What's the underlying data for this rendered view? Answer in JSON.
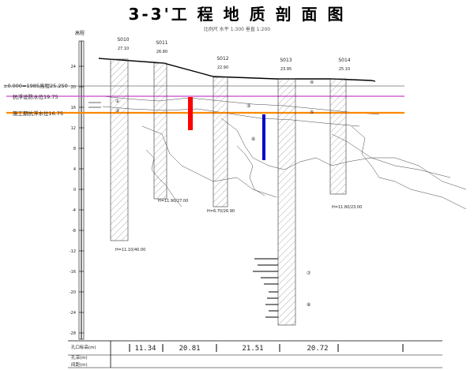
{
  "title": "3-3'工 程 地 质 剖 面 图",
  "scale_note": "比例尺  水平 1:300   垂直 1:200",
  "axis_label": "高程",
  "elevation_ticks": [
    "24",
    "20",
    "16",
    "12",
    "8",
    "4",
    "0",
    "-4",
    "-8",
    "-12",
    "-16",
    "-20",
    "-24",
    "-28"
  ],
  "reference_lines": [
    {
      "label": "±0.000=1985高程25.250",
      "color": "#222222"
    },
    {
      "label": "抗浮设防水位19.75",
      "color": "#cc44cc"
    },
    {
      "label": "施工期抗浮水位16.75",
      "color": "#ff8800"
    }
  ],
  "markers": [
    {
      "name": "red-marker",
      "color": "#ff0000"
    },
    {
      "name": "blue-marker",
      "color": "#0000cc"
    }
  ],
  "boreholes": [
    {
      "id": "S010",
      "elevation": "27.10",
      "bottom_label": "H=11.10/40.00"
    },
    {
      "id": "S011",
      "elevation": "26.80",
      "bottom_label": "H=11.90/27.00"
    },
    {
      "id": "S012",
      "elevation": "22.90",
      "bottom_label": "H=6.70/26.90"
    },
    {
      "id": "S013",
      "elevation": "23.95",
      "bottom_label": ""
    },
    {
      "id": "S014",
      "elevation": "25.10",
      "bottom_label": "H=11.80/23.00"
    }
  ],
  "layer_tags": [
    "①",
    "②",
    "③",
    "④",
    "⑤",
    "⑥",
    "⑦",
    "⑧"
  ],
  "distances": [
    "11.34",
    "20.81",
    "21.51",
    "20.72"
  ],
  "bottom_table_labels": [
    "孔口标高(m)",
    "孔深(m)",
    "间距(m)"
  ]
}
